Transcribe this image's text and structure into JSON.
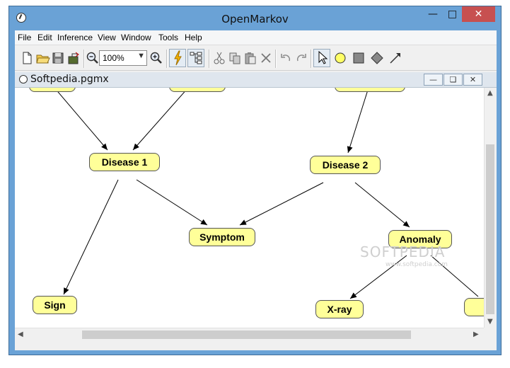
{
  "window": {
    "title": "OpenMarkov"
  },
  "menu": [
    "File",
    "Edit",
    "Inference",
    "View",
    "Window",
    "Tools",
    "Help"
  ],
  "toolbar": {
    "zoom_value": "100%",
    "buttons": [
      "new-file-icon",
      "open-folder-icon",
      "save-icon",
      "open-network-icon",
      "zoom-out-icon",
      "zoom-in-icon",
      "lightning-icon",
      "tree-icon",
      "cut-icon",
      "copy-icon",
      "paste-icon",
      "delete-icon",
      "undo-icon",
      "redo-icon",
      "select-pointer-icon",
      "chance-node-icon",
      "decision-node-icon",
      "utility-node-icon",
      "link-arrow-icon"
    ]
  },
  "document": {
    "title": "Softpedia.pgmx"
  },
  "network": {
    "nodes": [
      {
        "id": "disease1",
        "label": "Disease 1"
      },
      {
        "id": "disease2",
        "label": "Disease 2"
      },
      {
        "id": "symptom",
        "label": "Symptom"
      },
      {
        "id": "anomaly",
        "label": "Anomaly"
      },
      {
        "id": "sign",
        "label": "Sign"
      },
      {
        "id": "xray",
        "label": "X-ray"
      }
    ],
    "links": [
      [
        "parent-left",
        "disease1"
      ],
      [
        "parent-mid",
        "disease1"
      ],
      [
        "parent-right",
        "disease2"
      ],
      [
        "disease1",
        "symptom"
      ],
      [
        "disease1",
        "sign"
      ],
      [
        "disease2",
        "symptom"
      ],
      [
        "disease2",
        "anomaly"
      ],
      [
        "anomaly",
        "xray"
      ],
      [
        "anomaly",
        "offscreen-right"
      ]
    ]
  },
  "watermark": {
    "text": "SOFTPEDIA",
    "subtext": "www.softpedia.com"
  }
}
